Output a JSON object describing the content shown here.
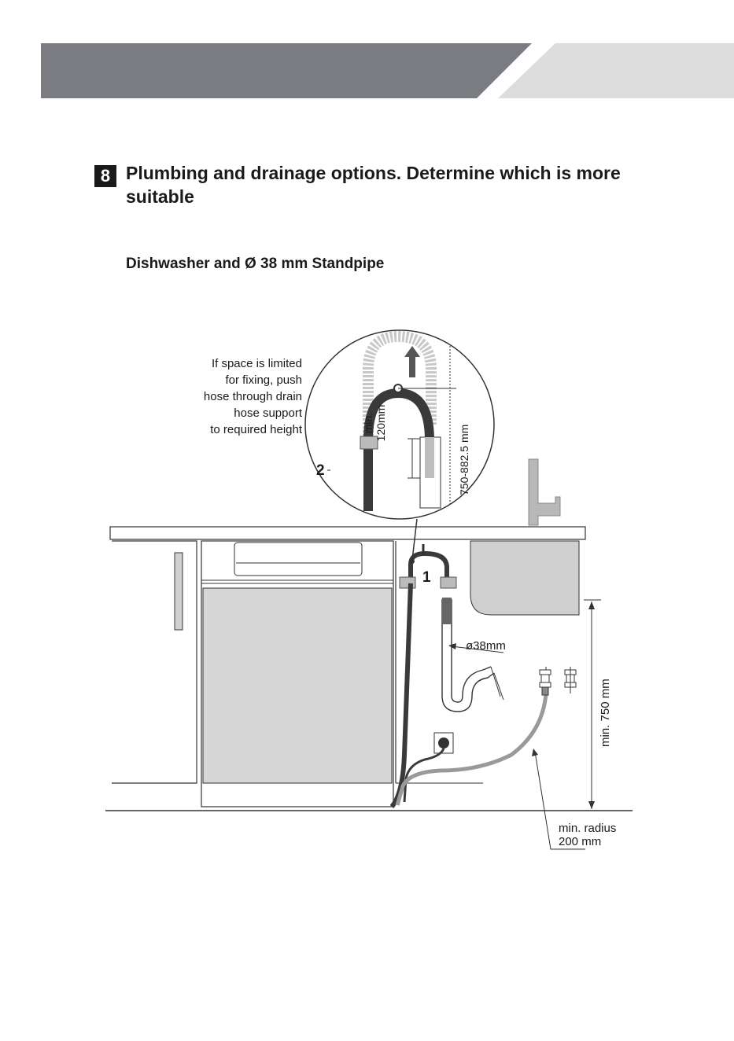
{
  "step": {
    "number": "8",
    "heading": "Plumbing and drainage options. Determine which is more suitable"
  },
  "section": {
    "subheading": "Dishwasher and Ø 38 mm Standpipe"
  },
  "diagram": {
    "hint_lines": [
      "If space is limited",
      "for fixing, push",
      "hose through drain",
      "hose support",
      "to required height"
    ],
    "label_1": "1",
    "label_2": "2",
    "min_height_label": "min.\n120mm",
    "range_label": "750-882.5 mm",
    "pipe_diameter_label": "ø38mm",
    "min_750_label": "min. 750 mm",
    "radius_label_1": "min. radius",
    "radius_label_2": "200 mm"
  },
  "colors": {
    "header_dark": "#7a7c82",
    "header_light": "#dcdcdc",
    "dishwasher_panel": "#d6d6d6",
    "sink": "#cfcfcf",
    "hose_dark": "#3a3a3a"
  }
}
